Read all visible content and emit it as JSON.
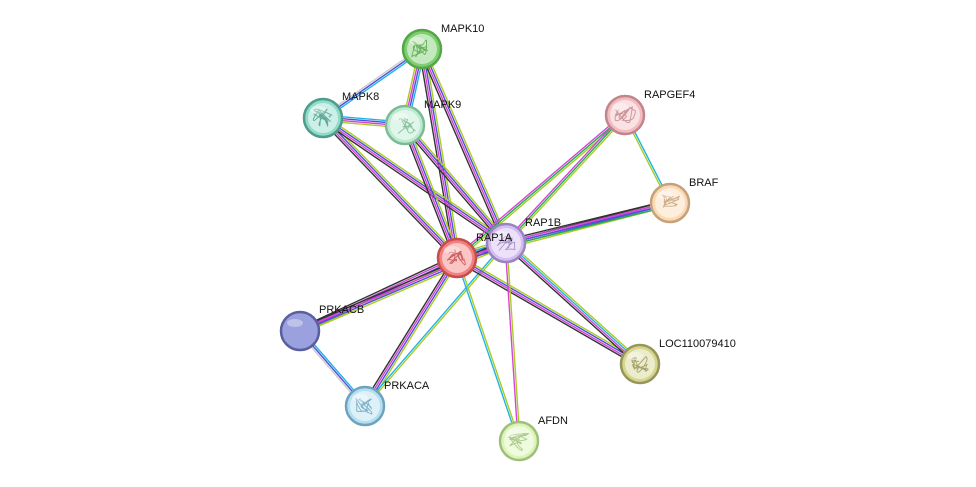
{
  "nodes": [
    {
      "id": "MAPK10",
      "label": "MAPK10",
      "color": "#7fce6f",
      "stroke": "#55a649",
      "icon": "protein-structure-icon"
    },
    {
      "id": "MAPK8",
      "label": "MAPK8",
      "color": "#8edcc9",
      "stroke": "#4e9c8a",
      "icon": "protein-structure-icon"
    },
    {
      "id": "MAPK9",
      "label": "MAPK9",
      "color": "#bdebd0",
      "stroke": "#7dbb97",
      "icon": "protein-structure-icon"
    },
    {
      "id": "RAPGEF4",
      "label": "RAPGEF4",
      "color": "#f3bcc0",
      "stroke": "#c0868b",
      "icon": "protein-structure-icon"
    },
    {
      "id": "BRAF",
      "label": "BRAF",
      "color": "#fbd9b3",
      "stroke": "#c4a27a",
      "icon": "protein-structure-icon"
    },
    {
      "id": "RAP1B",
      "label": "RAP1B",
      "color": "#d4bdf2",
      "stroke": "#9b84bd",
      "icon": "protein-structure-icon"
    },
    {
      "id": "RAP1A",
      "label": "RAP1A",
      "color": "#f47f7f",
      "stroke": "#c44e4e",
      "icon": "protein-structure-icon"
    },
    {
      "id": "PRKACB",
      "label": "PRKACB",
      "color": "#9aa1de",
      "stroke": "#5a5fa0",
      "icon": ""
    },
    {
      "id": "PRKACA",
      "label": "PRKACA",
      "color": "#b6dff2",
      "stroke": "#6ea3bd",
      "icon": "protein-structure-icon"
    },
    {
      "id": "LOC110079410",
      "label": "LOC110079410",
      "color": "#d6d58e",
      "stroke": "#96955a",
      "icon": "protein-structure-icon"
    },
    {
      "id": "AFDN",
      "label": "AFDN",
      "color": "#dcf5b6",
      "stroke": "#9fbf7c",
      "icon": "protein-structure-icon"
    }
  ],
  "edges": [
    {
      "source": "MAPK10",
      "target": "MAPK8",
      "evidence": [
        "#1fb4e8",
        "#5050d8",
        "#cccccc"
      ]
    },
    {
      "source": "MAPK10",
      "target": "MAPK9",
      "evidence": [
        "#1fb4e8",
        "#5050d8",
        "#d644d6",
        "#aacc22"
      ]
    },
    {
      "source": "MAPK10",
      "target": "RAP1A",
      "evidence": [
        "#aacc22",
        "#5050d8",
        "#d644d6",
        "#333333"
      ]
    },
    {
      "source": "MAPK10",
      "target": "RAP1B",
      "evidence": [
        "#aacc22",
        "#5050d8",
        "#d644d6",
        "#333333"
      ]
    },
    {
      "source": "MAPK8",
      "target": "MAPK9",
      "evidence": [
        "#1fb4e8",
        "#5050d8",
        "#d644d6",
        "#aacc22"
      ]
    },
    {
      "source": "MAPK8",
      "target": "RAP1A",
      "evidence": [
        "#aacc22",
        "#5050d8",
        "#d644d6",
        "#333333"
      ]
    },
    {
      "source": "MAPK8",
      "target": "RAP1B",
      "evidence": [
        "#aacc22",
        "#5050d8",
        "#d644d6",
        "#333333"
      ]
    },
    {
      "source": "MAPK9",
      "target": "RAP1A",
      "evidence": [
        "#aacc22",
        "#5050d8",
        "#d644d6",
        "#333333"
      ]
    },
    {
      "source": "MAPK9",
      "target": "RAP1B",
      "evidence": [
        "#aacc22",
        "#5050d8",
        "#d644d6",
        "#333333"
      ]
    },
    {
      "source": "RAPGEF4",
      "target": "RAP1A",
      "evidence": [
        "#aacc22",
        "#22aa55",
        "#d644d6"
      ]
    },
    {
      "source": "RAPGEF4",
      "target": "RAP1B",
      "evidence": [
        "#aacc22",
        "#22aa55",
        "#d644d6"
      ]
    },
    {
      "source": "RAPGEF4",
      "target": "BRAF",
      "evidence": [
        "#1fb4e8",
        "#aacc22"
      ]
    },
    {
      "source": "BRAF",
      "target": "RAP1A",
      "evidence": [
        "#aacc22",
        "#5050d8",
        "#d644d6",
        "#333333"
      ]
    },
    {
      "source": "BRAF",
      "target": "RAP1B",
      "evidence": [
        "#22aa55",
        "#5050d8",
        "#d644d6",
        "#333333"
      ]
    },
    {
      "source": "RAP1A",
      "target": "RAP1B",
      "evidence": [
        "#aacc22",
        "#1fb4e8",
        "#5050d8",
        "#d644d6",
        "#333333"
      ]
    },
    {
      "source": "RAP1A",
      "target": "PRKACB",
      "evidence": [
        "#aacc22",
        "#5050d8",
        "#d644d6",
        "#333333"
      ]
    },
    {
      "source": "RAP1B",
      "target": "PRKACB",
      "evidence": [
        "#aacc22",
        "#5050d8",
        "#d644d6",
        "#333333"
      ]
    },
    {
      "source": "RAP1A",
      "target": "PRKACA",
      "evidence": [
        "#aacc22",
        "#5050d8",
        "#d644d6",
        "#333333"
      ]
    },
    {
      "source": "RAP1B",
      "target": "PRKACA",
      "evidence": [
        "#aacc22",
        "#1fb4e8"
      ]
    },
    {
      "source": "PRKACB",
      "target": "PRKACA",
      "evidence": [
        "#1fb4e8",
        "#5050d8",
        "#cccccc"
      ]
    },
    {
      "source": "RAP1A",
      "target": "LOC110079410",
      "evidence": [
        "#aacc22",
        "#5050d8",
        "#d644d6",
        "#333333"
      ]
    },
    {
      "source": "RAP1B",
      "target": "LOC110079410",
      "evidence": [
        "#aacc22",
        "#1fb4e8",
        "#d644d6",
        "#333333"
      ]
    },
    {
      "source": "RAP1A",
      "target": "AFDN",
      "evidence": [
        "#aacc22",
        "#1fb4e8"
      ]
    },
    {
      "source": "RAP1B",
      "target": "AFDN",
      "evidence": [
        "#aacc22",
        "#d644d6"
      ]
    }
  ]
}
